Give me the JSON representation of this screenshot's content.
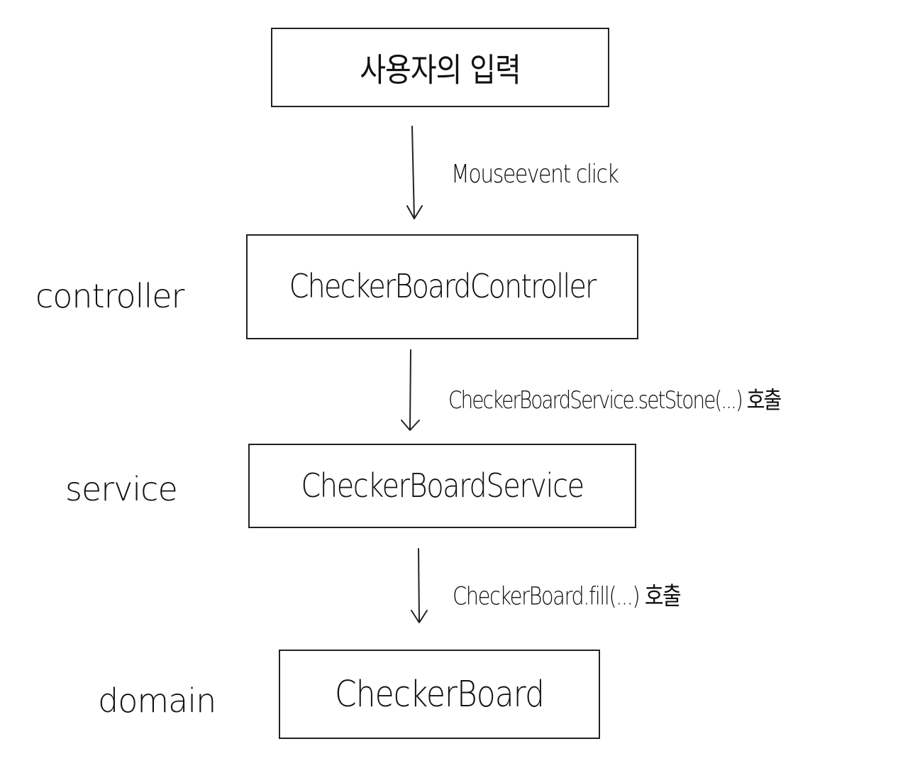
{
  "nodes": {
    "input": "사용자의 입력",
    "controller": "CheckerBoardController",
    "service": "CheckerBoardService",
    "domain": "CheckerBoard"
  },
  "layers": {
    "controller": "controller",
    "service": "service",
    "domain": "domain"
  },
  "edges": {
    "input_to_controller": "Mouseevent click",
    "controller_to_service": "CheckerBoardService.setStone(...) 호출",
    "service_to_domain": "CheckerBoard.fill(...) 호출"
  },
  "colors": {
    "stroke": "#222222",
    "background": "#ffffff"
  }
}
